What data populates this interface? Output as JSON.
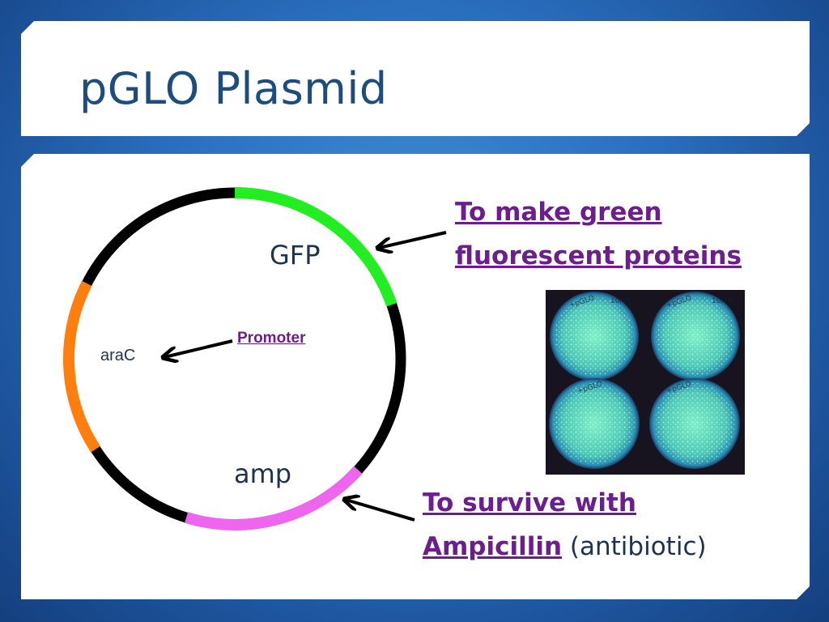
{
  "slide": {
    "title": "pGLO Plasmid"
  },
  "plasmid": {
    "genes": {
      "gfp": "GFP",
      "amp": "amp",
      "arac": "araC",
      "promoter": "Promoter"
    },
    "colors": {
      "backbone": "#000000",
      "gfp": "#22ee22",
      "arac": "#ff7f0e",
      "amp": "#ee66ee"
    }
  },
  "annotations": {
    "gfp_line1": "To make green",
    "gfp_line2": "fluorescent proteins",
    "amp_line1": "To survive with",
    "amp_word": "Ampicillin",
    "amp_paren": " (antibiotic)"
  },
  "photo": {
    "plate_label_1": "+pGLO",
    "plate_label_2": "10/16"
  }
}
